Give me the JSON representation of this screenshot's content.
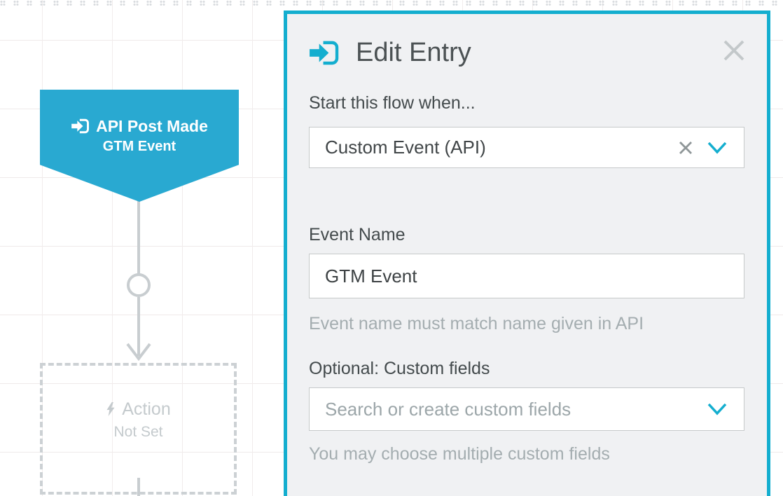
{
  "colors": {
    "accent_teal": "#14aecf",
    "node_fill": "#29a9d1",
    "panel_bg": "#f0f1f3",
    "connector_gray": "#c8cdd0",
    "helper_text": "#a4adb0"
  },
  "canvas": {
    "trigger_node": {
      "icon": "entry-arrow-icon",
      "title": "API Post Made",
      "subtitle": "GTM Event"
    },
    "action_node": {
      "icon": "lightning-bolt-icon",
      "title": "Action",
      "status": "Not Set"
    }
  },
  "panel": {
    "icon": "entry-arrow-icon",
    "title": "Edit Entry",
    "close_icon": "close-x-icon",
    "start_flow": {
      "label": "Start this flow when...",
      "value": "Custom Event (API)",
      "clear_icon": "x-clear-icon",
      "chevron_icon": "chevron-down-icon"
    },
    "event_name": {
      "label": "Event Name",
      "value": "GTM Event",
      "helper": "Event name must match name given in API"
    },
    "custom_fields": {
      "label": "Optional: Custom fields",
      "placeholder": "Search or create custom fields",
      "helper": "You may choose multiple custom fields",
      "chevron_icon": "chevron-down-icon"
    }
  }
}
